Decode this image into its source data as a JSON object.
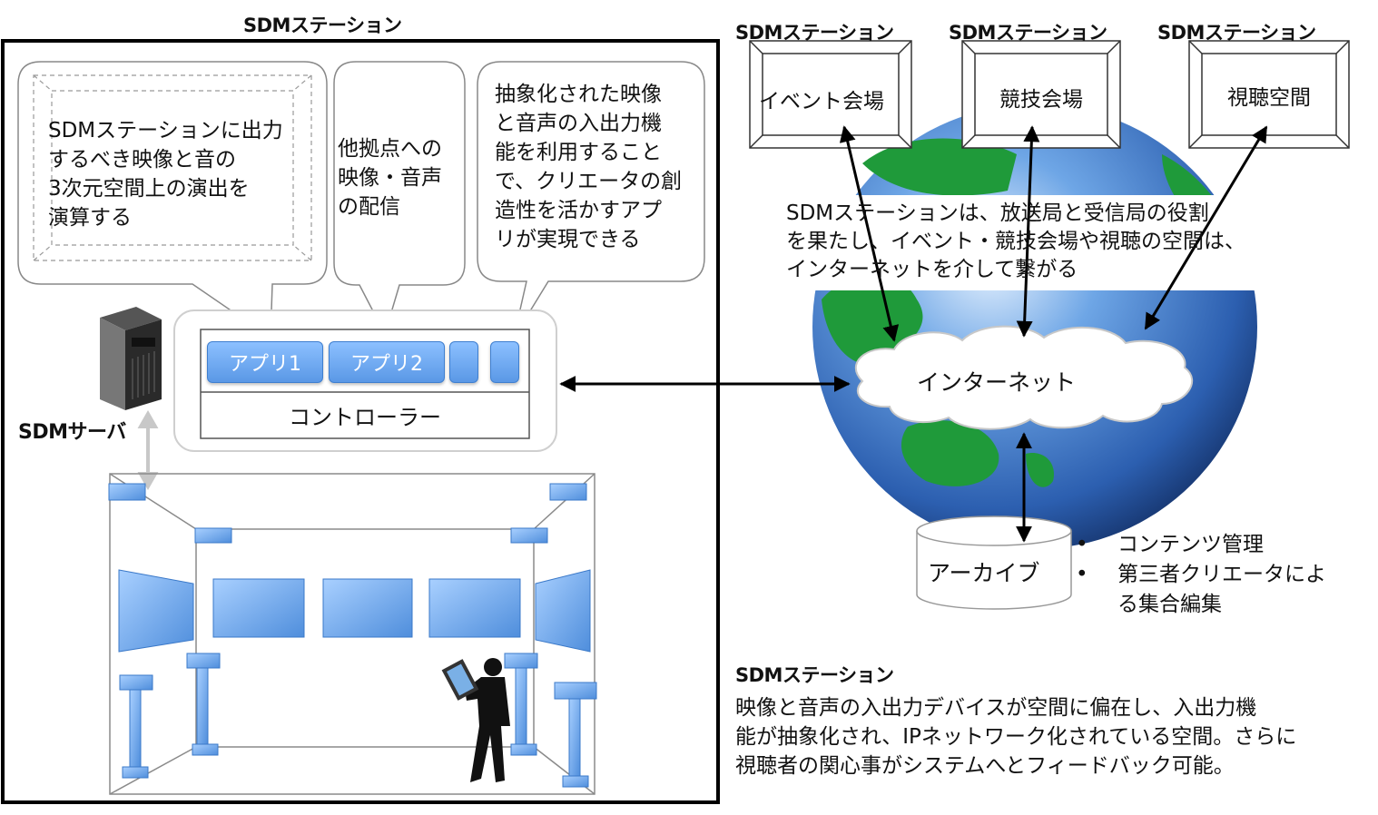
{
  "left_station": {
    "title": "SDMステーション",
    "bubbles": [
      {
        "lines": [
          "SDMステーションに出力",
          "するべき映像と音の",
          "3次元空間上の演出を",
          "演算する"
        ]
      },
      {
        "lines": [
          "他拠点への",
          "映像・音声",
          "の配信"
        ]
      },
      {
        "lines": [
          "抽象化された映像",
          "と音声の入出力機",
          "能を利用すること",
          "で、クリエータの創",
          "造性を活かすアプ",
          "リが実現できる"
        ]
      }
    ],
    "apps": [
      "アプリ1",
      "アプリ2"
    ],
    "controller": "コントローラー",
    "server_label": "SDMサーバ"
  },
  "venues": [
    {
      "header": "SDMステーション",
      "name": "イベント会場"
    },
    {
      "header": "SDMステーション",
      "name": "競技会場"
    },
    {
      "header": "SDMステーション",
      "name": "視聴空間"
    }
  ],
  "globe_note": [
    "SDMステーションは、放送局と受信局の役割",
    "を果たし、イベント・競技会場や視聴の空間は、",
    "インターネットを介して繋がる"
  ],
  "internet": "インターネット",
  "archive": {
    "label": "アーカイブ",
    "bullets": [
      "コンテンツ管理",
      "第三者クリエータによ",
      "る集合編集"
    ]
  },
  "definition": {
    "title": "SDMステーション",
    "lines": [
      "映像と音声の入出力デバイスが空間に偏在し、入出力機",
      "能が抽象化され、IPネットワーク化されている空間。さらに",
      "視聴者の関心事がシステムへとフィードバック可能。"
    ]
  },
  "colors": {
    "device_blue": "#6aa6ea",
    "ocean_blue": "#3f7fd0",
    "land_green": "#1f9a3a"
  }
}
